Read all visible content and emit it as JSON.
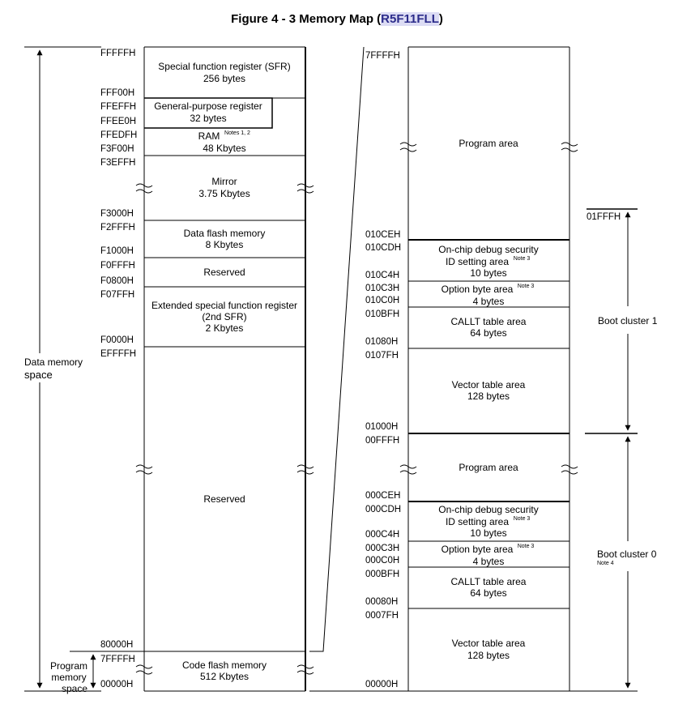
{
  "title": {
    "prefix": "Figure 4 - 3 Memory Map (",
    "part": "R5F11FLL",
    "suffix": ")"
  },
  "left_map": {
    "addresses": [
      "FFFFFH",
      "FFF00H",
      "FFEFFH",
      "FFEE0H",
      "FFEDFH",
      "F3F00H",
      "F3EFFH",
      "F3000H",
      "F2FFFH",
      "F1000H",
      "F0FFFH",
      "F0800H",
      "F07FFH",
      "F0000H",
      "EFFFFH",
      "80000H",
      "7FFFFH",
      "00000H"
    ],
    "blocks": {
      "sfr": [
        "Special function register (SFR)",
        "256 bytes"
      ],
      "gpr": [
        "General-purpose register",
        "32 bytes"
      ],
      "ram": [
        "RAM",
        "48 Kbytes"
      ],
      "ram_note": "Notes 1, 2",
      "mirror": [
        "Mirror",
        "3.75 Kbytes"
      ],
      "data_flash": [
        "Data flash memory",
        "8 Kbytes"
      ],
      "reserved_small": "Reserved",
      "esfr": [
        "Extended special function register",
        "(2nd SFR)",
        "2 Kbytes"
      ],
      "reserved_big": "Reserved",
      "code_flash": [
        "Code flash memory",
        "512 Kbytes"
      ]
    },
    "side_labels": {
      "data_memory": [
        "Data memory",
        "space"
      ],
      "program_memory": [
        "Program",
        "memory",
        "space"
      ]
    }
  },
  "right_map": {
    "addresses": [
      "7FFFFH",
      "010CEH",
      "010CDH",
      "010C4H",
      "010C3H",
      "010C0H",
      "010BFH",
      "01080H",
      "0107FH",
      "01000H",
      "00FFFH",
      "000CEH",
      "000CDH",
      "000C4H",
      "000C3H",
      "000C0H",
      "000BFH",
      "00080H",
      "0007FH",
      "00000H"
    ],
    "blocks": {
      "program_area": "Program area",
      "debug_id": [
        "On-chip debug security",
        "ID setting area",
        "10 bytes"
      ],
      "option_byte": [
        "Option byte area",
        "4 bytes"
      ],
      "note3": "Note 3",
      "callt": [
        "CALLT table area",
        "64 bytes"
      ],
      "vector": [
        "Vector table area",
        "128 bytes"
      ]
    },
    "boot_labels": {
      "top_address": "01FFFH",
      "cluster1": "Boot cluster 1",
      "cluster0": "Boot cluster 0",
      "note4": "Note 4"
    }
  }
}
